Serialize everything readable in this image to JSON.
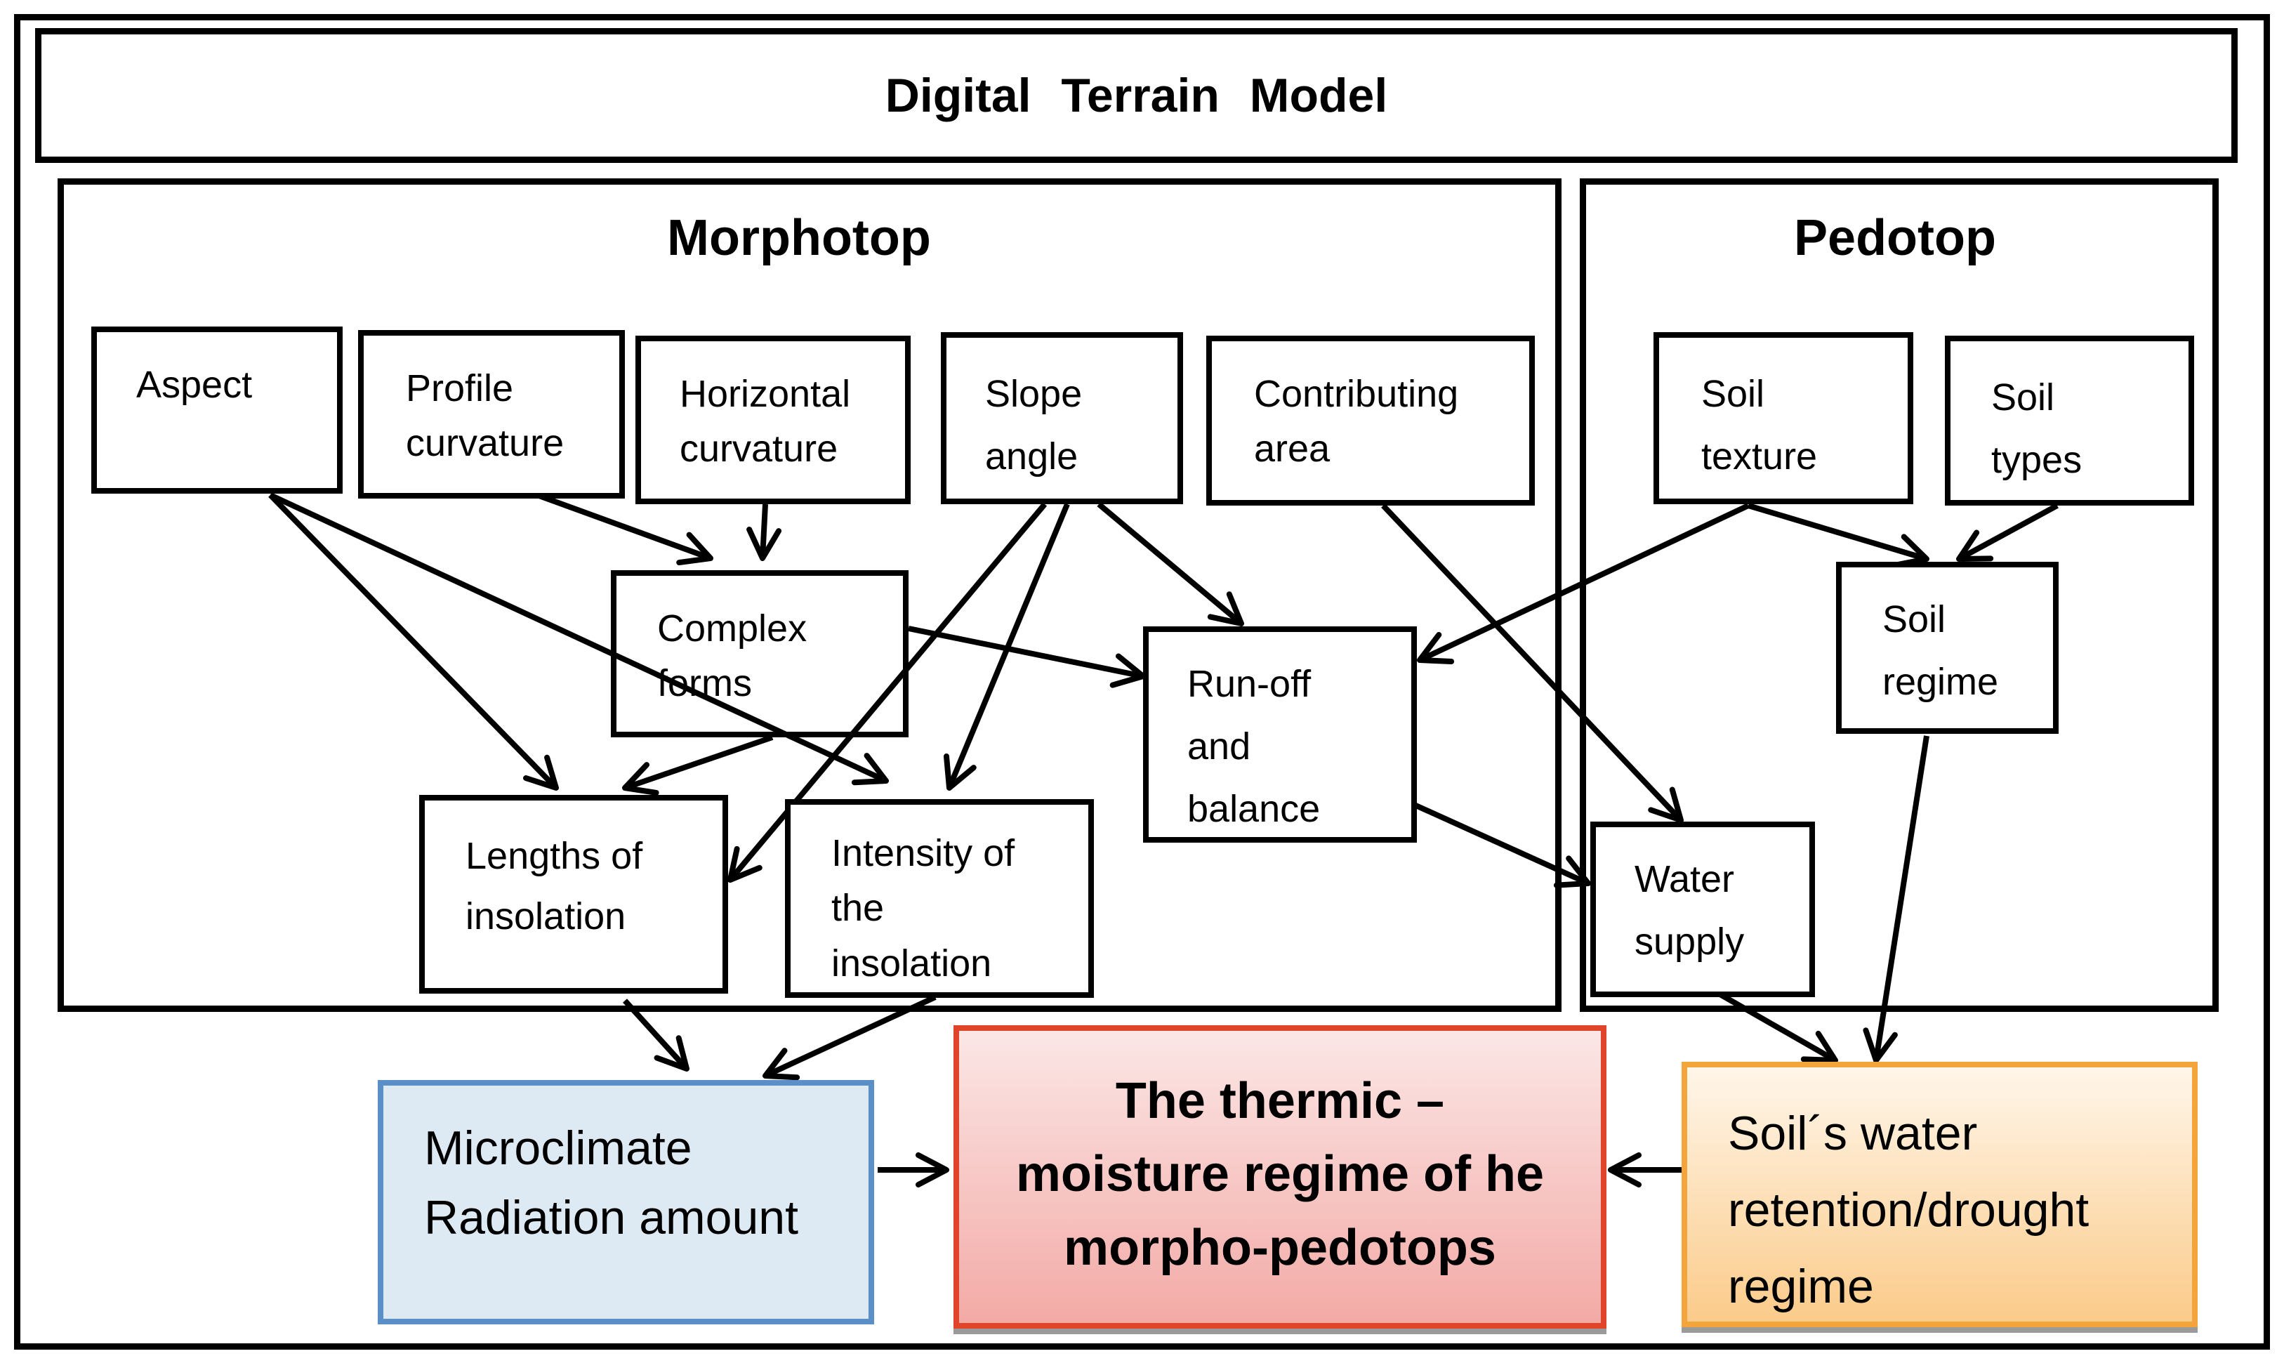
{
  "title": "Digital   Terrain   Model",
  "sections": {
    "morphotop": "Morphotop",
    "pedotop": "Pedotop"
  },
  "nodes": {
    "aspect": [
      "Aspect"
    ],
    "profile_curvature": [
      "Profile",
      "curvature"
    ],
    "horizontal_curvature": [
      "Horizontal",
      "curvature"
    ],
    "slope_angle": [
      "Slope",
      "angle"
    ],
    "contributing_area": [
      "Contributing",
      "area"
    ],
    "soil_texture": [
      "Soil",
      "texture"
    ],
    "soil_types": [
      "Soil",
      "types"
    ],
    "complex_forms": [
      "Complex",
      "forms"
    ],
    "runoff": [
      "Run-off",
      "and",
      "balance"
    ],
    "soil_regime": [
      "Soil",
      "regime"
    ],
    "lengths_insolation": [
      "Lengths of",
      "insolation"
    ],
    "intensity_insolation": [
      "Intensity of",
      "the",
      "insolation"
    ],
    "water_supply": [
      "Water",
      "supply"
    ]
  },
  "outputs": {
    "microclimate": [
      "Microclimate",
      "Radiation amount"
    ],
    "thermic": [
      "The thermic –",
      "moisture regime of he",
      "morpho-pedotops"
    ],
    "soil_water": [
      "Soil´s water",
      "retention/drought",
      "regime"
    ]
  },
  "colors": {
    "microclimate_fill": "#dde9f3",
    "microclimate_border": "#5b8fc7",
    "thermic_fill_top": "#fbe7e6",
    "thermic_fill_bottom": "#f3aaa6",
    "thermic_border": "#e0452b",
    "soil_water_fill_top": "#fff6ea",
    "soil_water_fill_bottom": "#fbcb8a",
    "soil_water_border": "#f3a53c"
  }
}
